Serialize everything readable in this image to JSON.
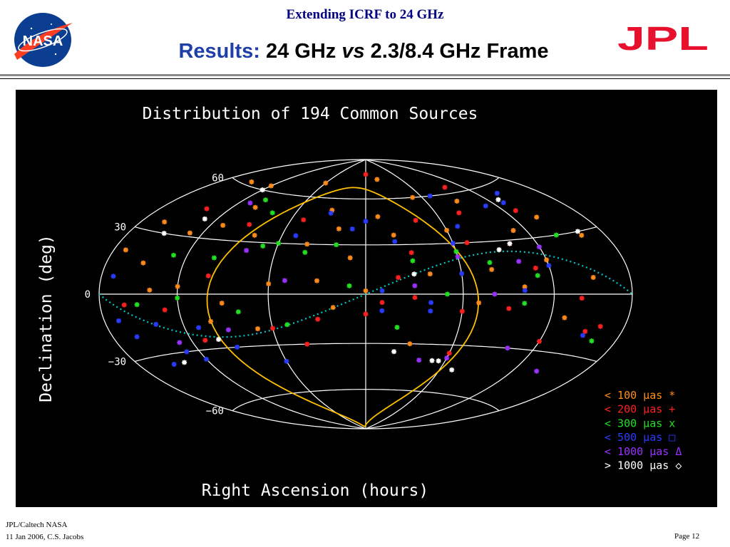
{
  "header": {
    "top_title": "Extending ICRF to 24 GHz",
    "title_prefix": "Results:",
    "title_part1": " 24 GHz ",
    "title_italic": "vs",
    "title_part2": " 2.3/8.4 GHz Frame"
  },
  "logos": {
    "left": "nasa-logo",
    "right": "jpl-logo",
    "nasa_text": "NASA",
    "jpl_text": "JPL"
  },
  "footer": {
    "org": "JPL/Caltech NASA",
    "date_author": "11 Jan 2006, C.S. Jacobs",
    "page": "Page 12"
  },
  "chart_data": {
    "type": "scatter",
    "projection": "Aitoff/Hammer all-sky",
    "title": "Distribution of 194 Common Sources",
    "xlabel": "Right Ascension (hours)",
    "ylabel": "Declination (deg)",
    "ylim": [
      -90,
      90
    ],
    "y_ticks": [
      "60",
      "30",
      "0",
      "−30",
      "−60"
    ],
    "grid": true,
    "legend_position": "bottom-right",
    "legend": [
      {
        "text": "<   100 μas *",
        "color": "#ff8c1a"
      },
      {
        "text": "<   200 μas +",
        "color": "#ff2020"
      },
      {
        "text": "<   300 μas x",
        "color": "#22e022"
      },
      {
        "text": "<   500 μas □",
        "color": "#2a3cff"
      },
      {
        "text": "< 1000 μas Δ",
        "color": "#9a32ff"
      },
      {
        "text": "> 1000 μas ◇",
        "color": "#ffffff"
      }
    ],
    "series": [
      {
        "name": "< 100 μas",
        "color": "#ff8c1a",
        "points": [
          [
            -150,
            62
          ],
          [
            -120,
            63
          ],
          [
            -60,
            70
          ],
          [
            20,
            74
          ],
          [
            -100,
            50
          ],
          [
            -30,
            52
          ],
          [
            10,
            48
          ],
          [
            50,
            60
          ],
          [
            90,
            55
          ],
          [
            -160,
            35
          ],
          [
            -130,
            32
          ],
          [
            -110,
            38
          ],
          [
            -80,
            34
          ],
          [
            -20,
            40
          ],
          [
            20,
            36
          ],
          [
            60,
            38
          ],
          [
            110,
            35
          ],
          [
            140,
            40
          ],
          [
            -170,
            20
          ],
          [
            -150,
            15
          ],
          [
            -140,
            2
          ],
          [
            -120,
            4
          ],
          [
            -90,
            -5
          ],
          [
            -60,
            6
          ],
          [
            -30,
            8
          ],
          [
            0,
            2
          ],
          [
            40,
            12
          ],
          [
            80,
            14
          ],
          [
            120,
            18
          ],
          [
            150,
            8
          ],
          [
            160,
            28
          ],
          [
            -100,
            -15
          ],
          [
            -70,
            -20
          ],
          [
            30,
            -30
          ],
          [
            -20,
            -8
          ],
          [
            70,
            -5
          ],
          [
            100,
            4
          ],
          [
            130,
            -12
          ],
          [
            -10,
            22
          ],
          [
            -40,
            30
          ]
        ]
      },
      {
        "name": "< 200 μas",
        "color": "#ff2020",
        "points": [
          [
            0,
            78
          ],
          [
            100,
            64
          ],
          [
            -140,
            45
          ],
          [
            -90,
            40
          ],
          [
            -50,
            45
          ],
          [
            40,
            45
          ],
          [
            80,
            48
          ],
          [
            130,
            45
          ],
          [
            -160,
            -5
          ],
          [
            -130,
            -8
          ],
          [
            -100,
            10
          ],
          [
            10,
            -5
          ],
          [
            30,
            -2
          ],
          [
            60,
            -10
          ],
          [
            90,
            -8
          ],
          [
            110,
            14
          ],
          [
            140,
            -2
          ],
          [
            -30,
            -15
          ],
          [
            -60,
            -20
          ],
          [
            60,
            -35
          ],
          [
            120,
            -25
          ],
          [
            150,
            -18
          ],
          [
            -40,
            -30
          ],
          [
            30,
            25
          ],
          [
            70,
            30
          ],
          [
            100,
            28
          ],
          [
            -110,
            -25
          ],
          [
            0,
            -12
          ],
          [
            160,
            -15
          ],
          [
            20,
            10
          ]
        ]
      },
      {
        "name": "< 300 μas",
        "color": "#22e022",
        "points": [
          [
            -100,
            55
          ],
          [
            -80,
            48
          ],
          [
            -130,
            20
          ],
          [
            -100,
            20
          ],
          [
            -70,
            28
          ],
          [
            -40,
            25
          ],
          [
            -150,
            -5
          ],
          [
            -120,
            -2
          ],
          [
            -80,
            -10
          ],
          [
            -50,
            -18
          ],
          [
            -10,
            5
          ],
          [
            20,
            -20
          ],
          [
            50,
            0
          ],
          [
            80,
            18
          ],
          [
            110,
            10
          ],
          [
            140,
            30
          ],
          [
            160,
            -22
          ],
          [
            -20,
            30
          ],
          [
            30,
            20
          ],
          [
            -60,
            30
          ],
          [
            100,
            -5
          ],
          [
            60,
            25
          ]
        ]
      },
      {
        "name": "< 500 μas",
        "color": "#2a3cff",
        "points": [
          [
            -170,
            8
          ],
          [
            -168,
            -12
          ],
          [
            -160,
            -20
          ],
          [
            -150,
            -35
          ],
          [
            -130,
            -30
          ],
          [
            -140,
            -15
          ],
          [
            -110,
            -18
          ],
          [
            -60,
            -40
          ],
          [
            -50,
            35
          ],
          [
            10,
            2
          ],
          [
            40,
            -5
          ],
          [
            60,
            30
          ],
          [
            70,
            40
          ],
          [
            130,
            50
          ],
          [
            140,
            55
          ],
          [
            120,
            15
          ],
          [
            100,
            2
          ],
          [
            20,
            32
          ],
          [
            -10,
            40
          ],
          [
            -30,
            50
          ],
          [
            0,
            45
          ],
          [
            10,
            -10
          ],
          [
            40,
            -10
          ],
          [
            60,
            12
          ],
          [
            150,
            -20
          ],
          [
            -120,
            -35
          ],
          [
            -90,
            -30
          ],
          [
            110,
            50
          ],
          [
            70,
            60
          ]
        ]
      },
      {
        "name": "< 1000 μas",
        "color": "#9a32ff",
        "points": [
          [
            -110,
            52
          ],
          [
            -80,
            25
          ],
          [
            -50,
            8
          ],
          [
            -130,
            -25
          ],
          [
            -90,
            -20
          ],
          [
            40,
            -40
          ],
          [
            60,
            -38
          ],
          [
            100,
            -30
          ],
          [
            140,
            -40
          ],
          [
            120,
            25
          ],
          [
            100,
            18
          ],
          [
            80,
            0
          ],
          [
            60,
            22
          ],
          [
            30,
            5
          ]
        ]
      },
      {
        "name": "> 1000 μas",
        "color": "#ffffff",
        "points": [
          [
            -120,
            60
          ],
          [
            -150,
            30
          ],
          [
            -130,
            40
          ],
          [
            -140,
            -35
          ],
          [
            -100,
            -25
          ],
          [
            20,
            -35
          ],
          [
            50,
            -40
          ],
          [
            55,
            -40
          ],
          [
            70,
            -45
          ],
          [
            90,
            25
          ],
          [
            100,
            28
          ],
          [
            160,
            30
          ],
          [
            130,
            52
          ],
          [
            30,
            12
          ]
        ]
      }
    ],
    "galactic_plane_color": "#00c8c8",
    "ecliptic_curve_color": "#ffc000"
  }
}
